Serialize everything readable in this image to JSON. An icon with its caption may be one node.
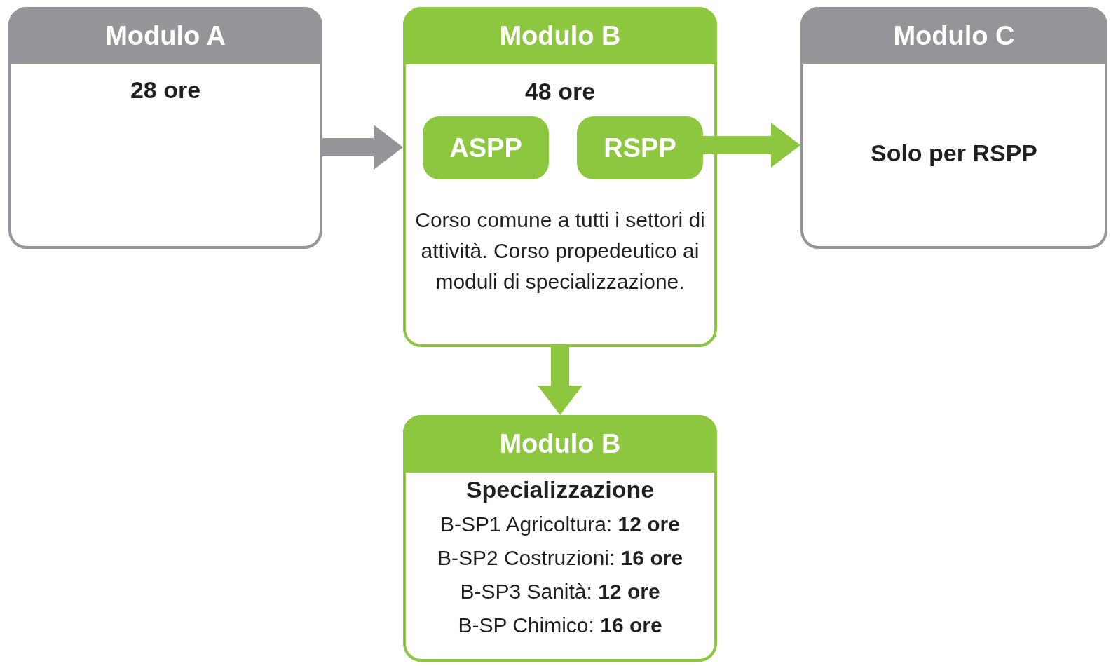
{
  "diagram": {
    "nodes": [
      {
        "text": [
          "Modulo A",
          "28 ore"
        ]
      },
      {
        "text": [
          "Modulo B",
          "48 ore",
          "Corso comune a tutti i settori di attività. Corso propedeutico ai moduli di specializzazione."
        ]
      },
      {
        "text": [
          "ASPP"
        ],
        "in": 1
      },
      {
        "text": [
          "RSPP"
        ],
        "in": 1
      },
      {
        "text": [
          "Modulo C",
          "Solo per RSPP"
        ]
      },
      {
        "text": [
          "Modulo B",
          "Specializzazione",
          "B-SP1 Agricoltura: **12 ore**",
          "B-SP2 Costruzioni: **16 ore**",
          "B-SP3 Sanità: **12 ore**",
          "B-SP Chimico: **16 ore**"
        ]
      }
    ],
    "edges": [
      {
        "from": 0,
        "to": 1,
        "arrow": "to",
        "color": "#939598"
      },
      {
        "from": 3,
        "to": 4,
        "arrow": "to"
      },
      {
        "from": 1,
        "to": 5,
        "arrow": "to"
      }
    ]
  }
}
